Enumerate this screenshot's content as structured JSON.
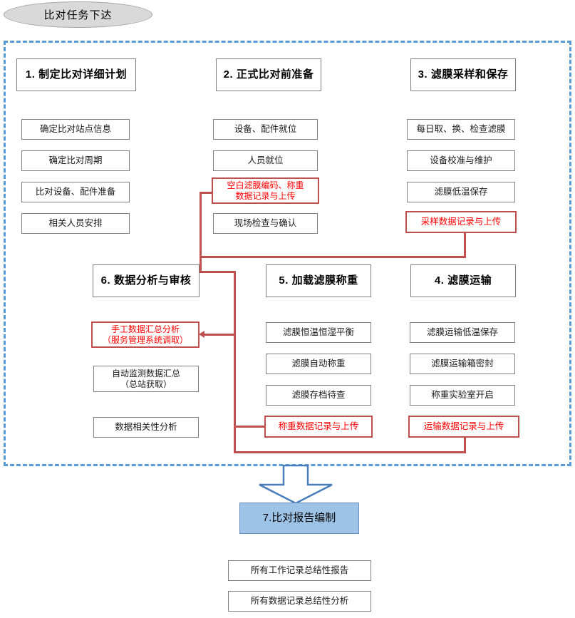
{
  "title": {
    "label": "比对任务下达"
  },
  "colors": {
    "dashed_border": "#5b9bd5",
    "red_accent": "#c0504d",
    "red_text": "#ff0000",
    "final_fill": "#9dc3e6",
    "ellipse_fill": "#d9d9d9"
  },
  "columns": [
    {
      "id": "col1",
      "header": "1. 制定比对详细计划",
      "items": [
        {
          "label": "确定比对站点信息",
          "highlight": false
        },
        {
          "label": "确定比对周期",
          "highlight": false
        },
        {
          "label": "比对设备、配件准备",
          "highlight": false
        },
        {
          "label": "相关人员安排",
          "highlight": false
        }
      ]
    },
    {
      "id": "col2",
      "header": "2. 正式比对前准备",
      "items": [
        {
          "label": "设备、配件就位",
          "highlight": false
        },
        {
          "label": "人员就位",
          "highlight": false
        },
        {
          "label": "空白滤膜编码、称重\n数据记录与上传",
          "highlight": true
        },
        {
          "label": "现场检查与确认",
          "highlight": false
        }
      ]
    },
    {
      "id": "col3",
      "header": "3. 滤膜采样和保存",
      "items": [
        {
          "label": "每日取、换、检查滤膜",
          "highlight": false
        },
        {
          "label": "设备校准与维护",
          "highlight": false
        },
        {
          "label": "滤膜低温保存",
          "highlight": false
        },
        {
          "label": "采样数据记录与上传",
          "highlight": true
        }
      ]
    },
    {
      "id": "col6",
      "header": "6. 数据分析与审核",
      "items": [
        {
          "label": "手工数据汇总分析\n（服务管理系统调取）",
          "highlight": true
        },
        {
          "label": "自动监测数据汇总\n（总站获取）",
          "highlight": false
        },
        {
          "label": "数据相关性分析",
          "highlight": false
        }
      ]
    },
    {
      "id": "col5",
      "header": "5. 加载滤膜称重",
      "items": [
        {
          "label": "滤膜恒温恒湿平衡",
          "highlight": false
        },
        {
          "label": "滤膜自动称重",
          "highlight": false
        },
        {
          "label": "滤膜存档待查",
          "highlight": false
        },
        {
          "label": "称重数据记录与上传",
          "highlight": true
        }
      ]
    },
    {
      "id": "col4",
      "header": "4. 滤膜运输",
      "items": [
        {
          "label": "滤膜运输低温保存",
          "highlight": false
        },
        {
          "label": "滤膜运输箱密封",
          "highlight": false
        },
        {
          "label": "称重实验室开启",
          "highlight": false
        },
        {
          "label": "运输数据记录与上传",
          "highlight": true
        }
      ]
    }
  ],
  "final": {
    "header": "7.比对报告编制",
    "items": [
      {
        "label": "所有工作记录总结性报告"
      },
      {
        "label": "所有数据记录总结性分析"
      }
    ]
  }
}
